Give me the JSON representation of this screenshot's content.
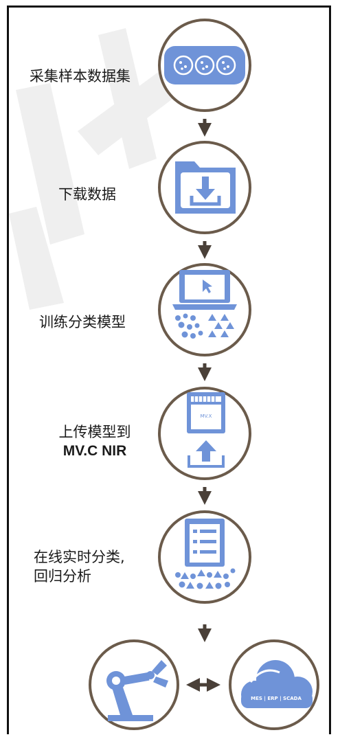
{
  "steps": [
    {
      "label": "采集样本数据集",
      "icon": "sample-dataset-icon"
    },
    {
      "label": "下载数据",
      "icon": "download-folder-icon"
    },
    {
      "label": "训练分类模型",
      "icon": "training-laptop-icon"
    },
    {
      "label_line1": "上传模型到",
      "label_line2": "MV.C NIR",
      "icon": "upload-model-icon",
      "badge": "MV.X"
    },
    {
      "label_line1": "在线实时分类,",
      "label_line2": "回归分析",
      "icon": "classification-list-icon"
    }
  ],
  "outputs": {
    "robot": {
      "icon": "robot-arm-icon"
    },
    "cloud": {
      "icon": "cloud-systems-icon",
      "text": "MES | ERP | SCADA"
    },
    "connector": "bidirectional-arrow-icon"
  },
  "colors": {
    "circle_border": "#6b5b4b",
    "icon_blue": "#6f93d8",
    "arrow": "#4a4038",
    "watermark": "#eeeeee"
  }
}
